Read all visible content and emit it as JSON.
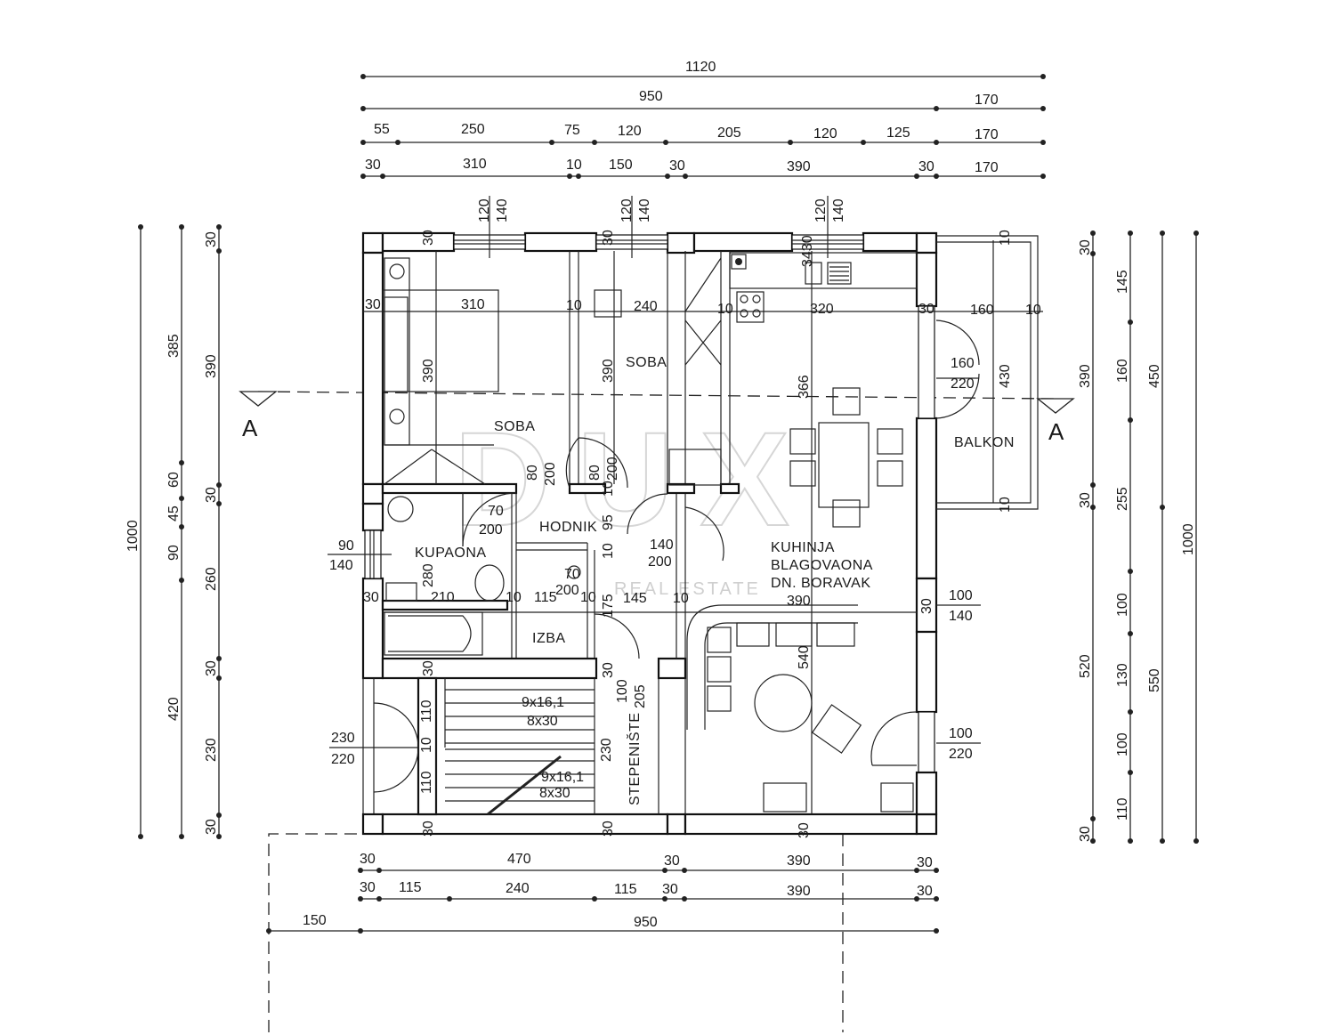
{
  "rooms": {
    "soba_left": "SOBA",
    "soba_right": "SOBA",
    "hodnik": "HODNIK",
    "kupaona": "KUPAONA",
    "izba": "IZBA",
    "kuhinja_1": "KUHINJA",
    "kuhinja_2": "BLAGOVAONA",
    "kuhinja_3": "DN. BORAVAK",
    "balkon": "BALKON",
    "stepeniste": "STEPENIŠTE"
  },
  "section": {
    "left": "A",
    "right": "A"
  },
  "watermark": {
    "logo": "DUX",
    "sub": "REAL ESTATE"
  },
  "top_dims": {
    "r1": [
      "1120"
    ],
    "r2": [
      "950",
      "170"
    ],
    "r3": [
      "55",
      "250",
      "75",
      "120",
      "205",
      "120",
      "125",
      "170"
    ],
    "r4": [
      "30",
      "310",
      "10",
      "150",
      "30",
      "390",
      "30",
      "170"
    ]
  },
  "bottom_dims": {
    "r1": [
      "30",
      "470",
      "30",
      "390",
      "30"
    ],
    "r2": [
      "30",
      "115",
      "240",
      "115",
      "30",
      "390",
      "30"
    ],
    "r3": [
      "150",
      "950"
    ]
  },
  "left_dims": {
    "c1": [
      "1000"
    ],
    "c2": [
      "385",
      "60",
      "45",
      "90",
      "420"
    ],
    "c3": [
      "30",
      "390",
      "30",
      "260",
      "30",
      "230",
      "30"
    ]
  },
  "right_dims": {
    "c1": [
      "30",
      "390",
      "30",
      "520",
      "30"
    ],
    "c2": [
      "145",
      "160",
      "255",
      "100",
      "130",
      "100",
      "110"
    ],
    "c3": [
      "450",
      "550"
    ],
    "c4": [
      "1000"
    ]
  },
  "window_dims": {
    "w1a": "120",
    "w1b": "140",
    "w2a": "120",
    "w2b": "140",
    "w3a": "120",
    "w3b": "140"
  },
  "interior": {
    "t30a": "30",
    "t30b": "30",
    "t30c": "30",
    "t3430": "3430",
    "a30": "30",
    "a310": "310",
    "a10": "10",
    "a240": "240",
    "a10b": "10",
    "a320": "320",
    "a30b": "30",
    "a160": "160",
    "a10c": "10",
    "v390a": "390",
    "v390b": "390",
    "v366": "366",
    "d160": "160",
    "d220": "220",
    "v430": "430",
    "b10a": "10",
    "b10b": "10",
    "d80a": "80",
    "d200a": "200",
    "d80b": "80",
    "d200b": "200",
    "d10x": "10",
    "d70a": "70",
    "d200c": "200",
    "v95": "95",
    "v10d": "10",
    "d140": "140",
    "d200d": "200",
    "w90": "90",
    "w140": "140",
    "v280": "280",
    "d70b": "70",
    "d200e": "200",
    "k30": "30",
    "k210": "210",
    "k10": "10",
    "k115": "115",
    "k10b": "10",
    "k145": "145",
    "k10c": "10",
    "v175": "175",
    "k390": "390",
    "v540": "540",
    "w100a": "100",
    "w140b": "140",
    "k30r": "30",
    "w100b": "100",
    "w220": "220",
    "s30a": "30",
    "s30b": "30",
    "s30c": "30",
    "d100": "100",
    "d205": "205",
    "v110a": "110",
    "v10e": "10",
    "v110b": "110",
    "st1a": "9x16,1",
    "st1b": "8x30",
    "st2a": "9x16,1",
    "st2b": "8x30",
    "v230": "230",
    "w230": "230",
    "w220b": "220",
    "s30d": "30",
    "s30e": "30",
    "s30f": "30"
  }
}
